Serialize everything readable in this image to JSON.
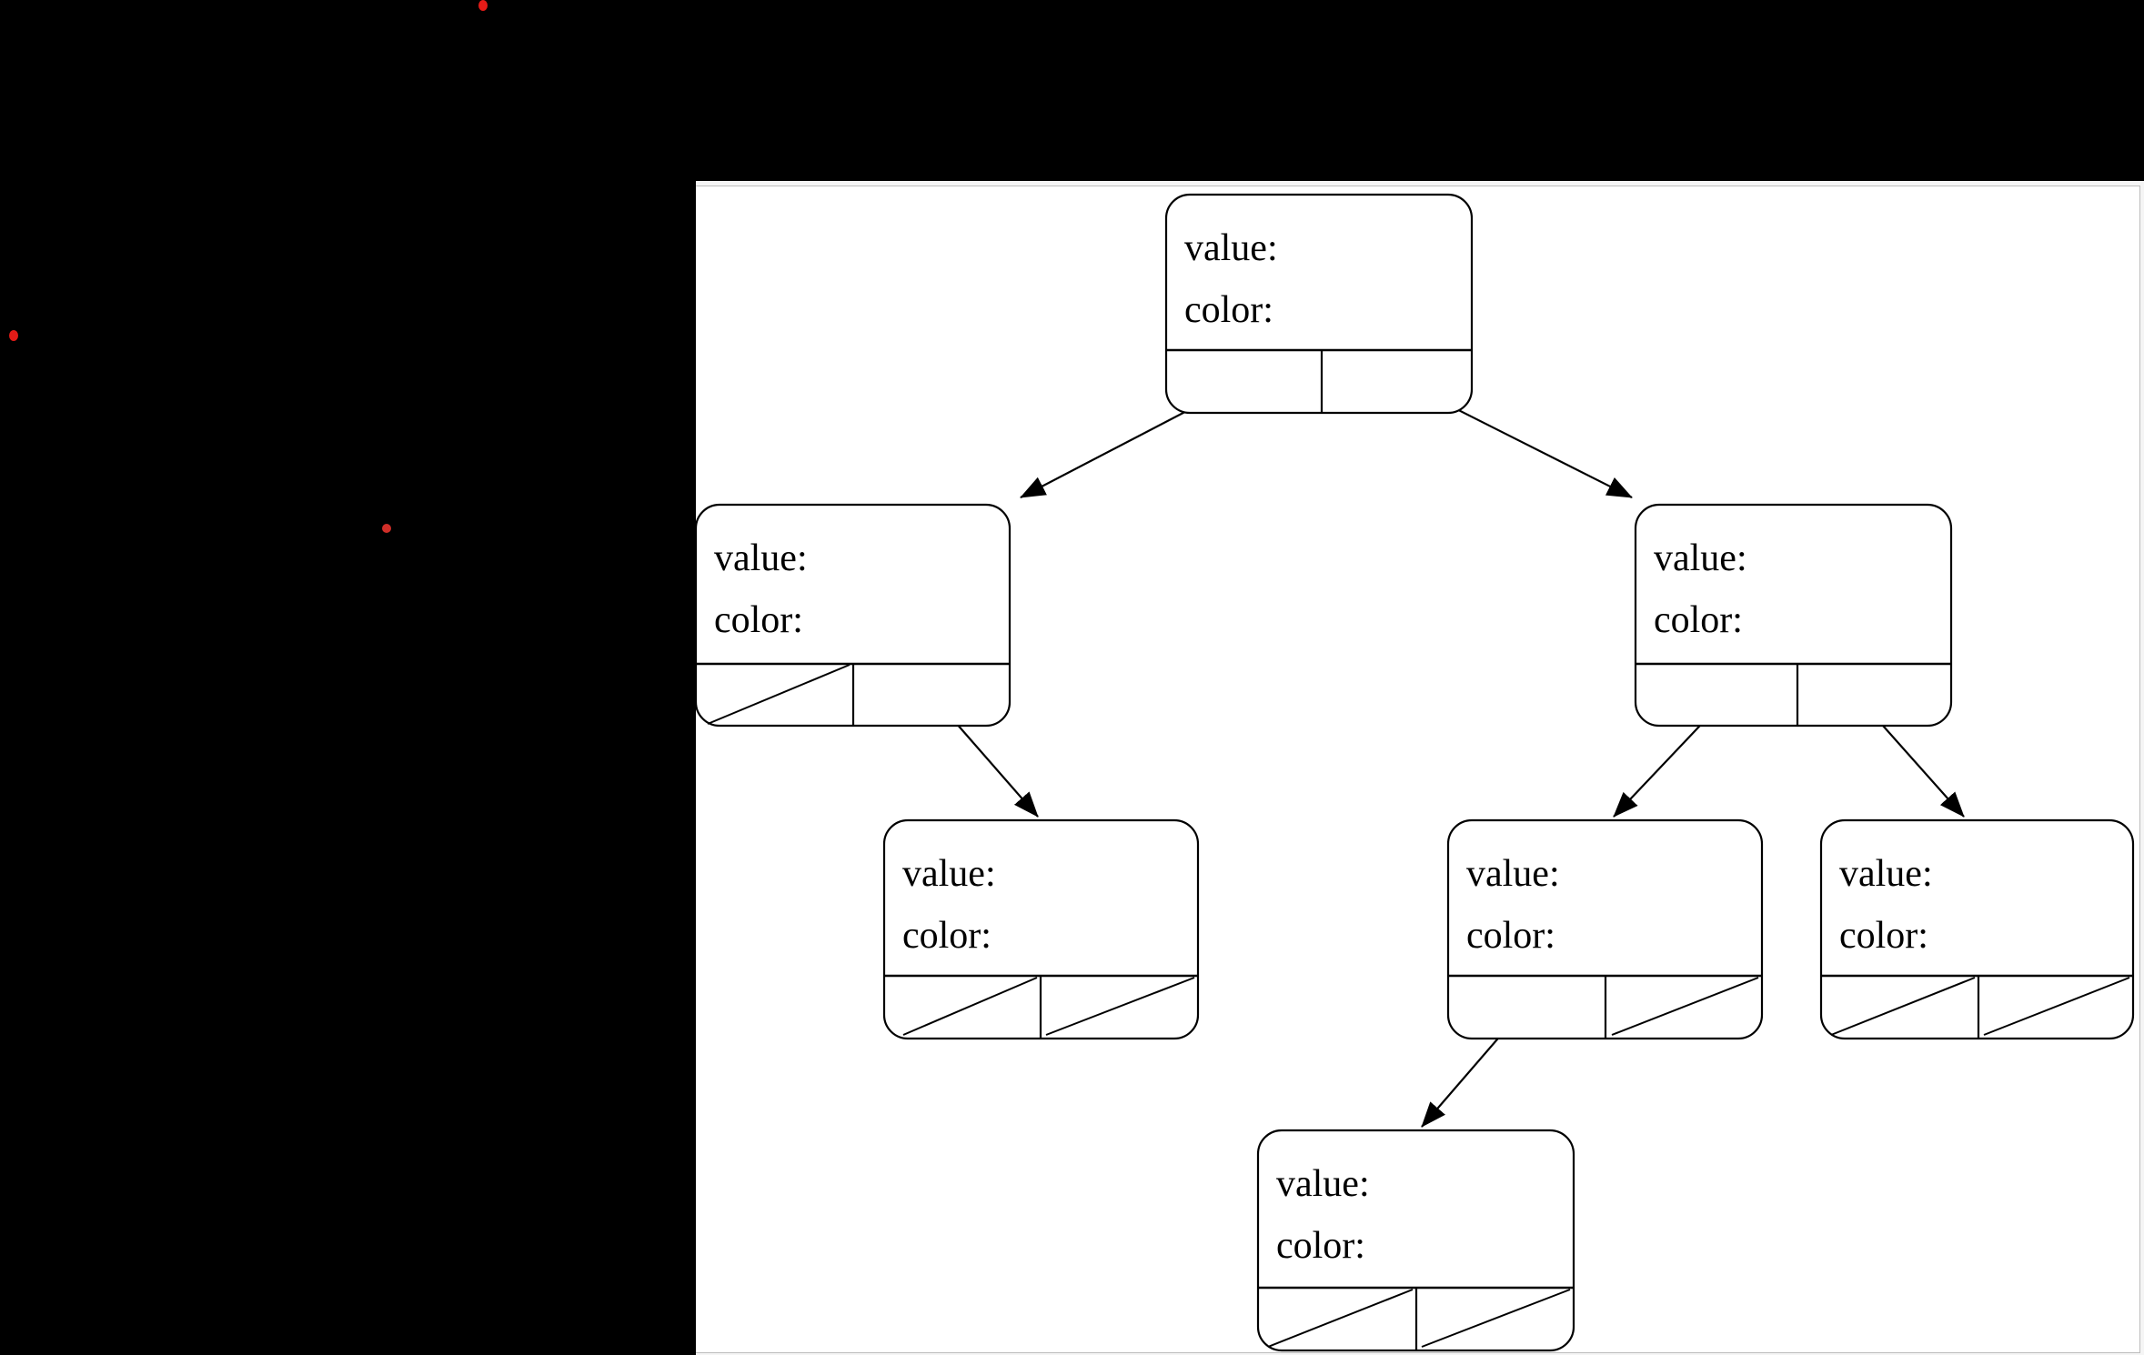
{
  "palette": {
    "background": "#000000",
    "panel_background": "#ffffff",
    "panel_border": "#bdbdbd",
    "node_fill": "#ffffff",
    "node_stroke": "#000000",
    "text_color": "#000000",
    "marker_red": "#e41b17",
    "marker_red_dark": "#cf2e28"
  },
  "diagram": {
    "description_type": "binary-tree-node-diagram",
    "nodes": [
      {
        "name": "root",
        "value_label": "value:",
        "color_label": "color:",
        "value_text": "",
        "color_text": "",
        "left_pointer": "child",
        "right_pointer": "child"
      },
      {
        "name": "left-child",
        "value_label": "value:",
        "color_label": "color:",
        "value_text": "",
        "color_text": "",
        "left_pointer": "null",
        "right_pointer": "child"
      },
      {
        "name": "right-child",
        "value_label": "value:",
        "color_label": "color:",
        "value_text": "",
        "color_text": "",
        "left_pointer": "child",
        "right_pointer": "child"
      },
      {
        "name": "left-right-grandchild",
        "value_label": "value:",
        "color_label": "color:",
        "value_text": "",
        "color_text": "",
        "left_pointer": "null",
        "right_pointer": "null"
      },
      {
        "name": "right-left-grandchild",
        "value_label": "value:",
        "color_label": "color:",
        "value_text": "",
        "color_text": "",
        "left_pointer": "child",
        "right_pointer": "null"
      },
      {
        "name": "right-right-grandchild",
        "value_label": "value:",
        "color_label": "color:",
        "value_text": "",
        "color_text": "",
        "left_pointer": "null",
        "right_pointer": "null"
      },
      {
        "name": "right-left-left-greatgrandchild",
        "value_label": "value:",
        "color_label": "color:",
        "value_text": "",
        "color_text": "",
        "left_pointer": "null",
        "right_pointer": "null"
      }
    ],
    "edges": [
      {
        "from": "root",
        "branch": "left",
        "to": "left-child"
      },
      {
        "from": "root",
        "branch": "right",
        "to": "right-child"
      },
      {
        "from": "left-child",
        "branch": "right",
        "to": "left-right-grandchild"
      },
      {
        "from": "right-child",
        "branch": "left",
        "to": "right-left-grandchild"
      },
      {
        "from": "right-child",
        "branch": "right",
        "to": "right-right-grandchild"
      },
      {
        "from": "right-left-grandchild",
        "branch": "left",
        "to": "right-left-left-greatgrandchild"
      }
    ]
  }
}
